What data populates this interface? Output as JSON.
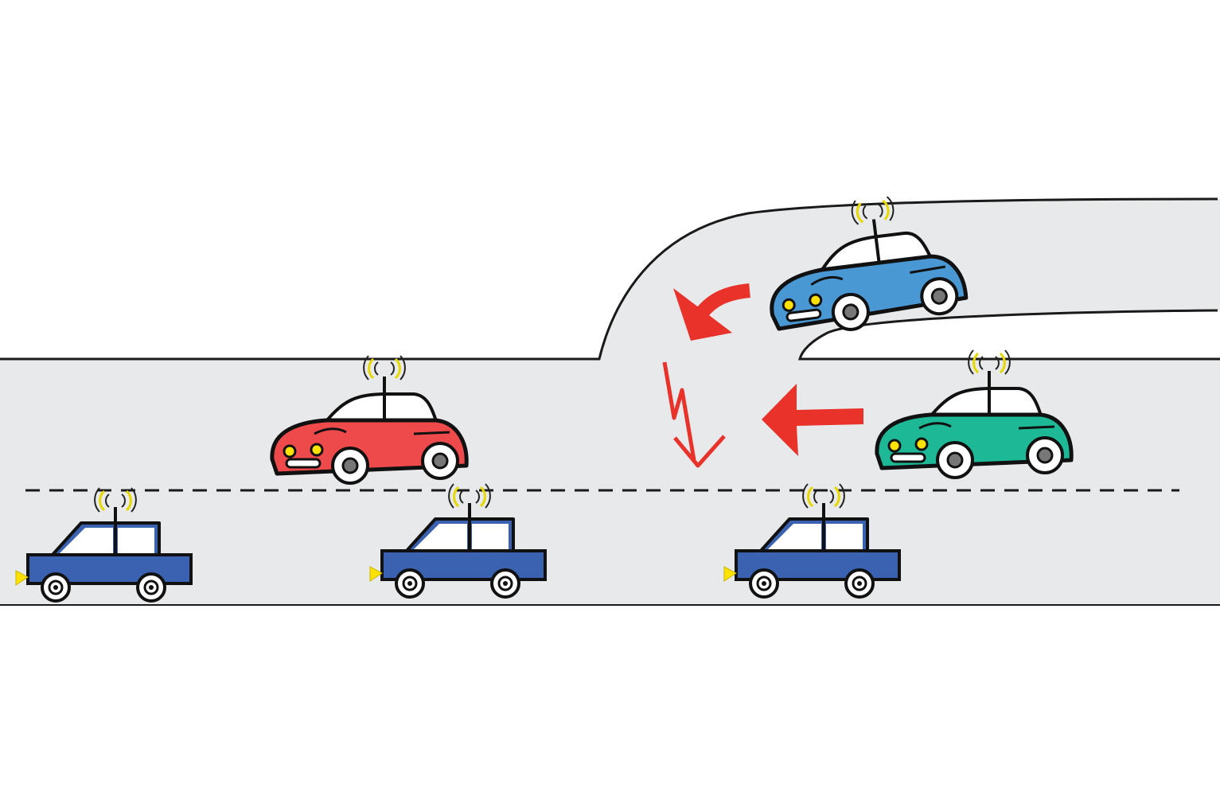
{
  "scene": {
    "background": "#ffffff",
    "road_color": "#e8e9eb",
    "outline_color": "#1a1a1a",
    "arrow_color": "#e8322a",
    "signal_color": "#e6d800"
  },
  "cars": {
    "merging_car": {
      "style": "rounded",
      "color": "#4a98d3",
      "icon": "connected-car-icon"
    },
    "lane_car_red": {
      "style": "rounded",
      "color": "#ef4a4b",
      "icon": "connected-car-icon"
    },
    "lane_car_green": {
      "style": "rounded",
      "color": "#1db996",
      "icon": "connected-car-icon"
    },
    "platoon": [
      {
        "style": "boxy",
        "color": "#3b62b0",
        "icon": "connected-car-icon"
      },
      {
        "style": "boxy",
        "color": "#3b62b0",
        "icon": "connected-car-icon"
      },
      {
        "style": "boxy",
        "color": "#3b62b0",
        "icon": "connected-car-icon"
      }
    ]
  },
  "arrows": [
    {
      "icon": "curved-arrow-icon",
      "meaning": "merge"
    },
    {
      "icon": "zigzag-arrow-icon",
      "meaning": "lane-change"
    },
    {
      "icon": "left-arrow-icon",
      "meaning": "approach"
    }
  ]
}
